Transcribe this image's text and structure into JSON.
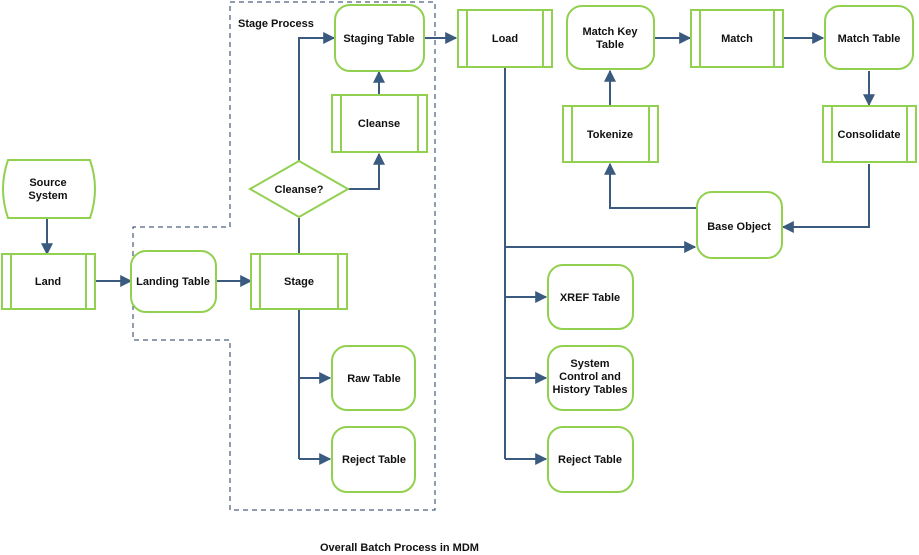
{
  "diagram": {
    "caption": "Overall Batch Process in MDM",
    "region_label": "Stage Process",
    "nodes": {
      "source_system": [
        "Source",
        "System"
      ],
      "land": [
        "Land"
      ],
      "landing_table": [
        "Landing Table"
      ],
      "stage": [
        "Stage"
      ],
      "cleanse_decision": [
        "Cleanse?"
      ],
      "cleanse": [
        "Cleanse"
      ],
      "staging_table": [
        "Staging Table"
      ],
      "raw_table": [
        "Raw Table"
      ],
      "reject_table_stage": [
        "Reject Table"
      ],
      "load": [
        "Load"
      ],
      "match_key_table": [
        "Match Key",
        "Table"
      ],
      "match": [
        "Match"
      ],
      "match_table": [
        "Match Table"
      ],
      "tokenize": [
        "Tokenize"
      ],
      "consolidate": [
        "Consolidate"
      ],
      "base_object": [
        "Base Object"
      ],
      "xref_table": [
        "XREF Table"
      ],
      "system_control_history": [
        "System",
        "Control and",
        "History Tables"
      ],
      "reject_table_load": [
        "Reject Table"
      ]
    },
    "colors": {
      "node_border": "#92d050",
      "edge": "#3b5a7f",
      "region_border": "#1f3b5c"
    }
  }
}
